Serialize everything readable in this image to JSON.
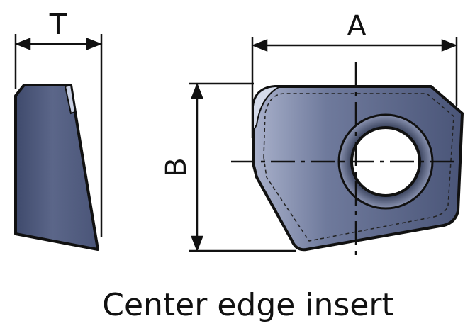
{
  "labels": {
    "thickness": "T",
    "length": "A",
    "width": "B"
  },
  "caption": "Center edge insert",
  "colors": {
    "insert_body": "#4a5578",
    "insert_highlight": "#aab2cc",
    "insert_shadow": "#3c4564",
    "outline": "#111111",
    "bore": "#ffffff"
  }
}
